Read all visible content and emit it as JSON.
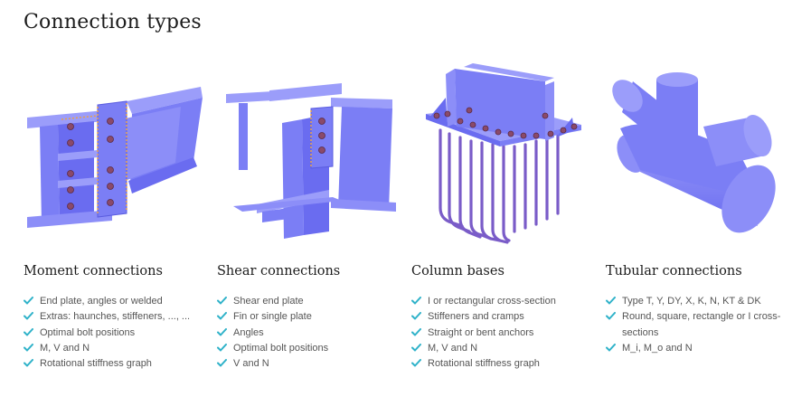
{
  "page": {
    "title": "Connection types"
  },
  "colors": {
    "steel": "#7b7ef5",
    "steel_dark": "#5a5ce0",
    "steel_light": "#9b9dfa",
    "bolt": "#8a4a6a",
    "weld": "#e8a04a",
    "check": "#2fb2c9"
  },
  "icons": {
    "check": "check-icon"
  },
  "cards": [
    {
      "title": "Moment connections",
      "image": "moment-connection-illustration",
      "features": [
        "End plate, angles or welded",
        "Extras: haunches, stiffeners, ..., ...",
        "Optimal bolt positions",
        "M, V and N",
        "Rotational stiffness graph"
      ]
    },
    {
      "title": "Shear connections",
      "image": "shear-connection-illustration",
      "features": [
        "Shear end plate",
        "Fin or single plate",
        "Angles",
        "Optimal bolt positions",
        "V and N"
      ]
    },
    {
      "title": "Column bases",
      "image": "column-base-illustration",
      "features": [
        "I or rectangular cross-section",
        "Stiffeners and cramps",
        "Straight or bent anchors",
        "M, V and N",
        "Rotational stiffness graph"
      ]
    },
    {
      "title": "Tubular connections",
      "image": "tubular-connection-illustration",
      "features": [
        "Type T, Y, DY, X, K, N, KT & DK",
        "Round, square, rectangle or I cross-sections",
        "M_i, M_o and N"
      ]
    }
  ]
}
